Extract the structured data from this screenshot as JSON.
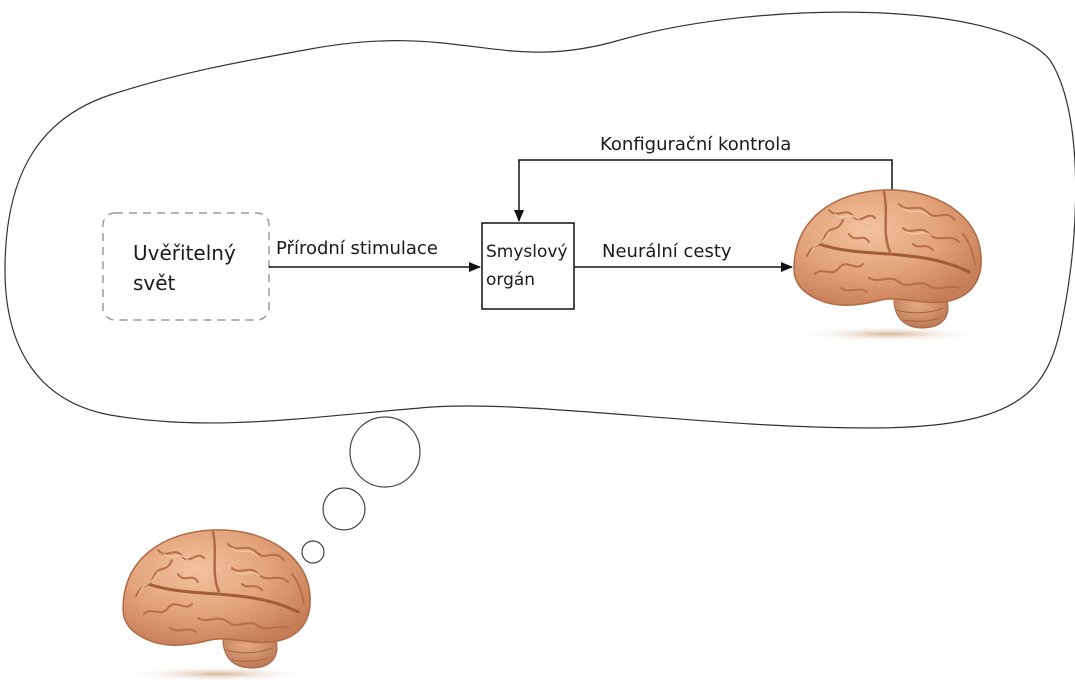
{
  "diagram": {
    "nodes": {
      "world": {
        "line1": "Uvěřitelný",
        "line2": "svět"
      },
      "organ": {
        "line1": "Smyslový",
        "line2": "orgán"
      }
    },
    "edges": {
      "stimulation": "Přírodní stimulace",
      "neural": "Neurální cesty",
      "feedback": "Konfigurační kontrola"
    }
  },
  "colors": {
    "line": "#111111",
    "dashed_box": "#9a9a9a",
    "brain_base": "#e3a27a",
    "brain_fold": "#b86f47",
    "cerebellum": "#cf8a60",
    "shadow": "#d9b99c"
  },
  "icons": [
    "brain-icon",
    "thought-bubble-icon"
  ]
}
